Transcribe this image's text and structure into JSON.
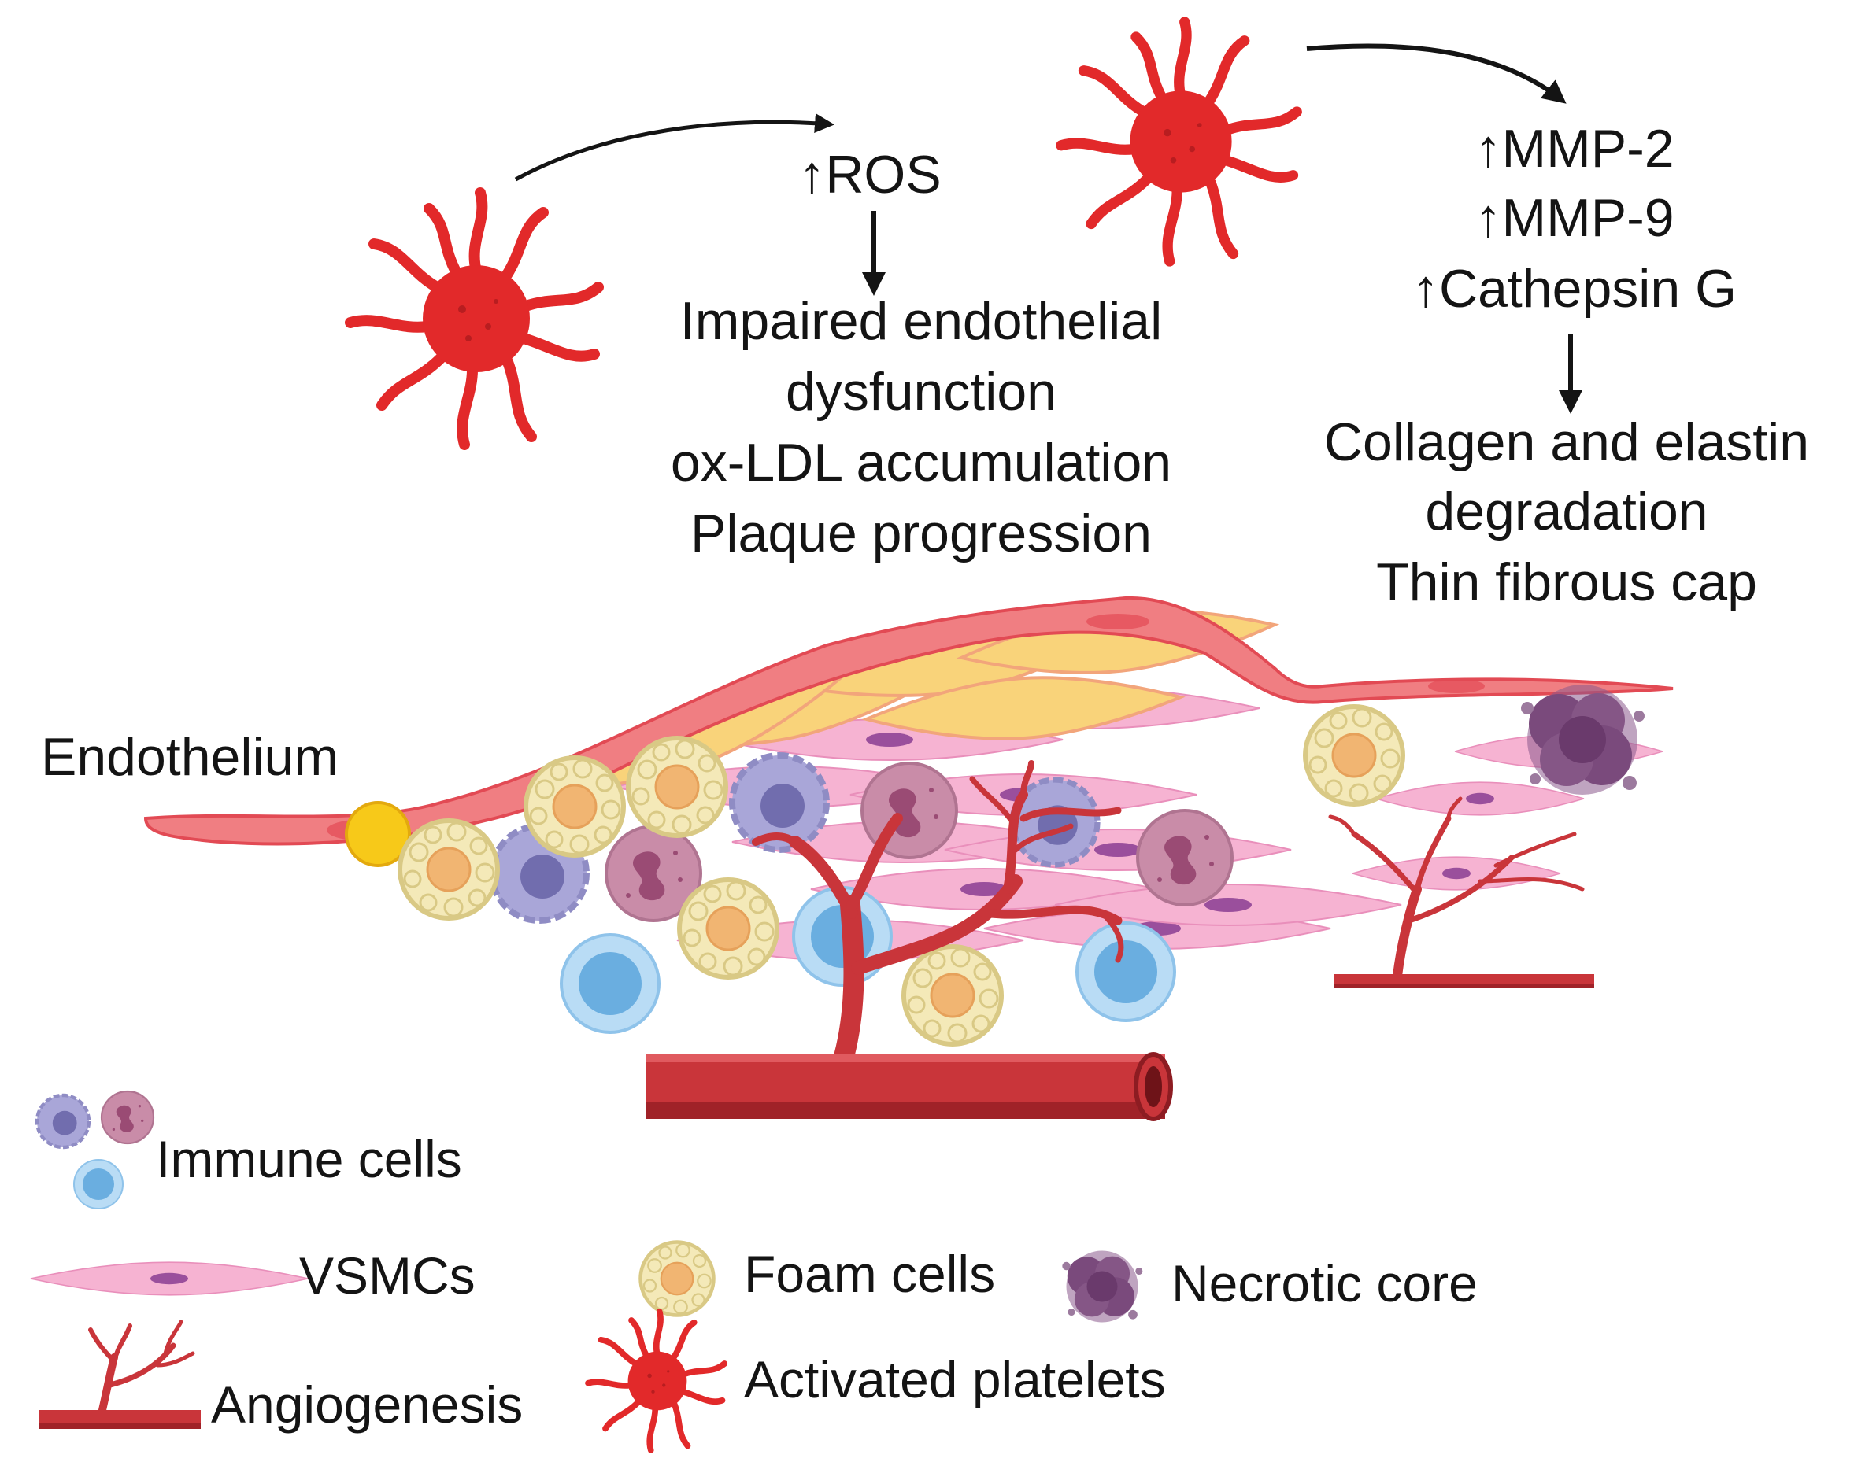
{
  "figure": {
    "ros_effects": {
      "marker": "↑ROS",
      "lines": [
        "Impaired endothelial",
        "dysfunction",
        "ox-LDL accumulation",
        "Plaque progression"
      ]
    },
    "protease_effects": {
      "markers": [
        "↑MMP-2",
        "↑MMP-9",
        "↑Cathepsin G"
      ],
      "lines": [
        "Collagen and elastin",
        "degradation",
        "Thin fibrous cap"
      ]
    },
    "endothelium_label": "Endothelium"
  },
  "legend": {
    "immune_cells": "Immune cells",
    "vsmcs": "VSMCs",
    "angiogenesis": "Angiogenesis",
    "foam_cells": "Foam cells",
    "necrotic_core": "Necrotic core",
    "activated_platelets": "Activated platelets"
  },
  "colors": {
    "platelet": "#e2292a",
    "vessel": "#c9353a",
    "vessel_dark": "#8d1c22",
    "endothelium": "#f07e82",
    "fibrous_cap": "#f9d37a",
    "vsmc": "#f6b3d2",
    "vsmc_nucleus": "#9a4f9c",
    "foam_cell": "#f4e9b8",
    "foam_nucleus": "#f1b572",
    "macrophage": "#a9a6d8",
    "neutrophil": "#c98ca8",
    "lymphocyte": "#8fc3ea",
    "necrotic": "#8a5a8c",
    "yellow_cell": "#f7c919",
    "text": "#141414"
  },
  "icons": [
    "activated-platelet-icon",
    "foam-cell-icon",
    "vsmc-icon",
    "immune-cell-icon",
    "necrotic-core-icon",
    "angiogenesis-icon",
    "arrow-icon"
  ]
}
